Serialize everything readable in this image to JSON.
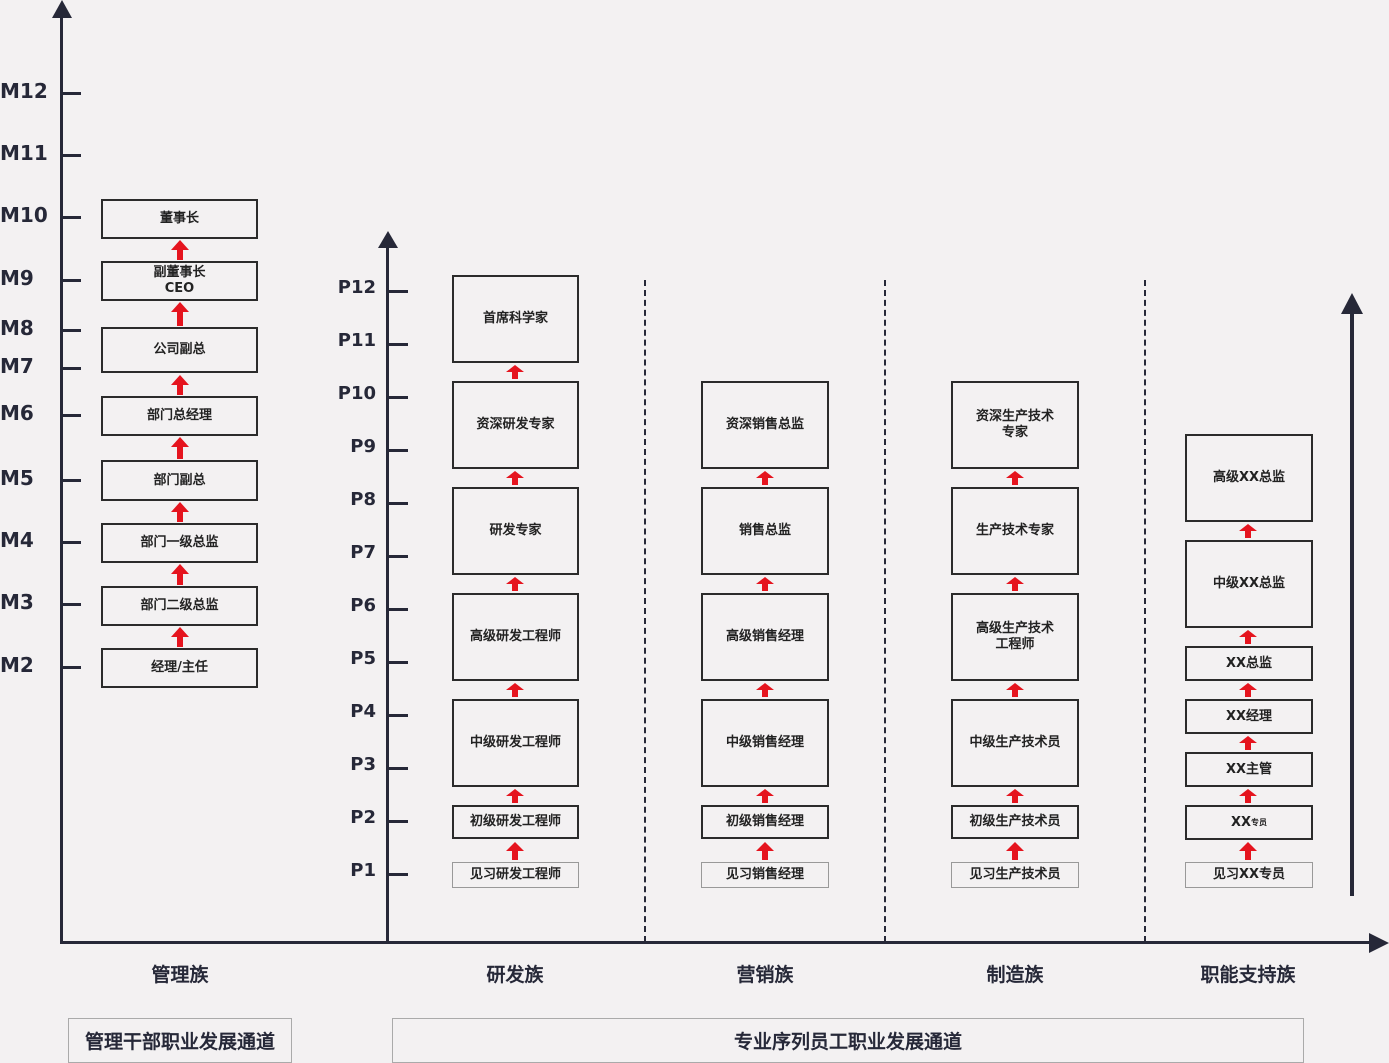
{
  "management_levels": [
    "M12",
    "M11",
    "M10",
    "M9",
    "M8",
    "M7",
    "M6",
    "M5",
    "M4",
    "M3",
    "M2"
  ],
  "professional_levels": [
    "P12",
    "P11",
    "P10",
    "P9",
    "P8",
    "P7",
    "P6",
    "P5",
    "P4",
    "P3",
    "P2",
    "P1"
  ],
  "management": {
    "boxes": [
      "董事长",
      "副董事长",
      "CEO",
      "公司副总",
      "部门总经理",
      "部门副总",
      "部门一级总监",
      "部门二级总监",
      "经理/主任"
    ]
  },
  "rnd": [
    "首席科学家",
    "资深研发专家",
    "研发专家",
    "高级研发工程师",
    "中级研发工程师",
    "初级研发工程师",
    "见习研发工程师"
  ],
  "sales": [
    "资深销售总监",
    "销售总监",
    "高级销售经理",
    "中级销售经理",
    "初级销售经理",
    "见习销售经理"
  ],
  "manufacturing": [
    "资深生产技术",
    "专家",
    "生产技术专家",
    "高级生产技术",
    "工程师",
    "中级生产技术员",
    "初级生产技术员",
    "见习生产技术员"
  ],
  "support": [
    "高级XX总监",
    "中级XX总监",
    "XX总监",
    "XX经理",
    "XX主管",
    "XX",
    "专员",
    "见习XX专员"
  ],
  "families": [
    "管理族",
    "研发族",
    "营销族",
    "制造族",
    "职能支持族"
  ],
  "channels": {
    "management": "管理干部职业发展通道",
    "professional": "专业序列员工职业发展通道"
  },
  "colors": {
    "axis": "#262838",
    "arrow": "#e5141e",
    "background": "#f3f1f2"
  }
}
